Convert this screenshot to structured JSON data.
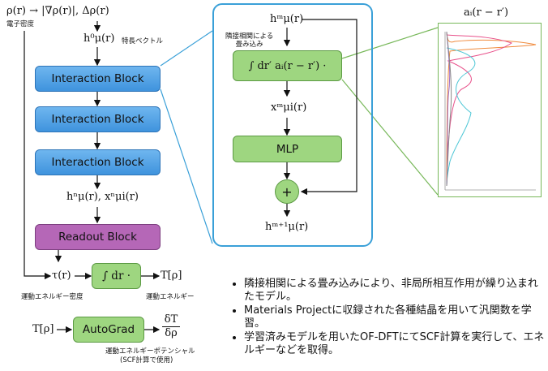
{
  "left": {
    "rho_expr": "ρ(r) → |∇ρ(r)|, Δρ(r)",
    "rho_caption": "電子密度",
    "h0": "h⁰μ(r)",
    "feature_caption": "特長ベクトル",
    "blocks": [
      "Interaction Block",
      "Interaction Block",
      "Interaction Block"
    ],
    "hn_xn": "hⁿμ(r), xⁿμi(r)",
    "readout": "Readout Block",
    "tau": "τ(r)",
    "integral": "∫ dr ·",
    "T": "T[ρ]",
    "tau_caption": "運動エネルギー密度",
    "T_caption": "運動エネルギー",
    "T_in": "T[ρ]",
    "autograd": "AutoGrad",
    "dTdrho_num": "δT",
    "dTdrho_den": "δρ",
    "potential_caption_1": "運動エネルギーポテンシャル",
    "potential_caption_2": "(SCF計算で使用)"
  },
  "middle": {
    "h_in": "hᵐμ(r)",
    "conv_caption_1": "隣接相関による",
    "conv_caption_2": "畳み込み",
    "conv": "∫ dr′ aᵢ(r − r′) ·",
    "x_out": "xᵐμi(r)",
    "mlp": "MLP",
    "plus": "+",
    "h_out": "hᵐ⁺¹μ(r)"
  },
  "right": {
    "plot_title": "aᵢ(r − r′)"
  },
  "bullets": [
    "隣接相関による畳み込みにより、非局所相互作用が繰り込まれたモデル。",
    "Materials Projectに収録された各種結晶を用いて汎関数を学習。",
    "学習済みモデルを用いたOF-DFTにてSCF計算を実行して、エネルギーなどを取得。"
  ],
  "colors": {
    "blue_block": "#4a9be3",
    "purple_block": "#b567b7",
    "green_block": "#9ed680",
    "panel_border": "#3aa0d8",
    "plot_border": "#78b85a"
  }
}
